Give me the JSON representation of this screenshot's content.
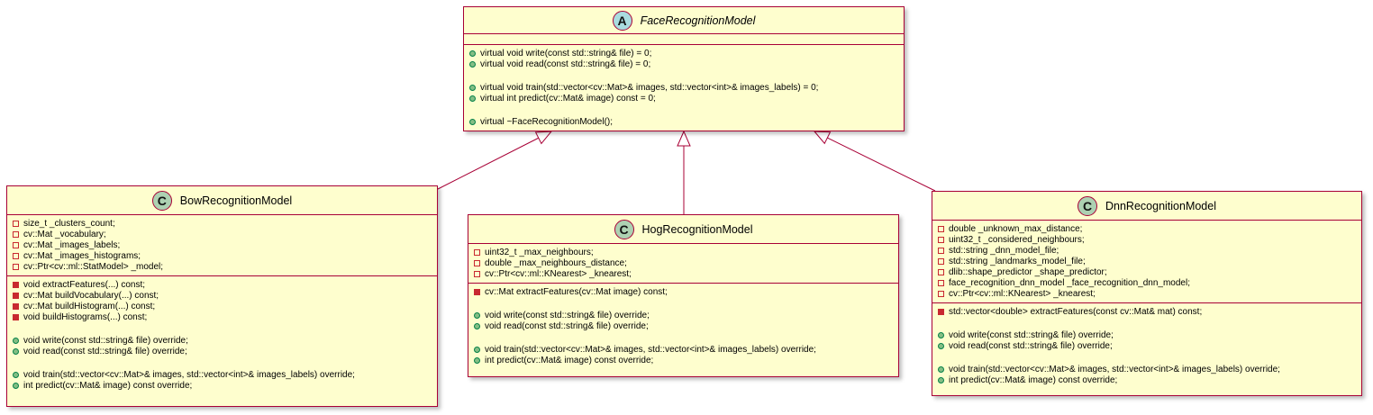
{
  "diagram": {
    "colors": {
      "class_fill": "#fefece",
      "class_border": "#a80036",
      "class_spot": "#add1b2",
      "abstract_spot": "#a9dcdf",
      "private_member": "#c82930",
      "public_member": "#84be84",
      "edge": "#a80036"
    },
    "classes": {
      "face": {
        "spot": "A",
        "name": "FaceRecognitionModel",
        "abstract": true,
        "fields": [],
        "methods": [
          {
            "vis": "public",
            "text": "virtual void write(const std::string& file) = 0;"
          },
          {
            "vis": "public",
            "text": "virtual void read(const std::string& file) = 0;"
          },
          {
            "vis": "gap",
            "text": ""
          },
          {
            "vis": "public",
            "text": "virtual void train(std::vector<cv::Mat>& images, std::vector<int>& images_labels) = 0;"
          },
          {
            "vis": "public",
            "text": "virtual int predict(cv::Mat& image) const = 0;"
          },
          {
            "vis": "gap",
            "text": ""
          },
          {
            "vis": "public",
            "text": "virtual ~FaceRecognitionModel();"
          }
        ]
      },
      "bow": {
        "spot": "C",
        "name": "BowRecognitionModel",
        "abstract": false,
        "fields": [
          {
            "vis": "private_field",
            "text": "size_t _clusters_count;"
          },
          {
            "vis": "private_field",
            "text": "cv::Mat _vocabulary;"
          },
          {
            "vis": "private_field",
            "text": "cv::Mat _images_labels;"
          },
          {
            "vis": "private_field",
            "text": "cv::Mat _images_histograms;"
          },
          {
            "vis": "private_field",
            "text": "cv::Ptr<cv::ml::StatModel> _model;"
          }
        ],
        "methods": [
          {
            "vis": "private",
            "text": "void extractFeatures(...) const;"
          },
          {
            "vis": "private",
            "text": "cv::Mat buildVocabulary(...) const;"
          },
          {
            "vis": "private",
            "text": "cv::Mat buildHistogram(...) const;"
          },
          {
            "vis": "private",
            "text": "void buildHistograms(...) const;"
          },
          {
            "vis": "gap",
            "text": ""
          },
          {
            "vis": "public",
            "text": "void write(const std::string& file) override;"
          },
          {
            "vis": "public",
            "text": "void read(const std::string& file) override;"
          },
          {
            "vis": "gap",
            "text": ""
          },
          {
            "vis": "public",
            "text": "void train(std::vector<cv::Mat>& images, std::vector<int>& images_labels) override;"
          },
          {
            "vis": "public",
            "text": "int predict(cv::Mat& image) const override;"
          }
        ]
      },
      "hog": {
        "spot": "C",
        "name": "HogRecognitionModel",
        "abstract": false,
        "fields": [
          {
            "vis": "private_field",
            "text": "uint32_t _max_neighbours;"
          },
          {
            "vis": "private_field",
            "text": "double _max_neighbours_distance;"
          },
          {
            "vis": "private_field",
            "text": "cv::Ptr<cv::ml::KNearest> _knearest;"
          }
        ],
        "methods": [
          {
            "vis": "private",
            "text": "cv::Mat extractFeatures(cv::Mat image) const;"
          },
          {
            "vis": "gap",
            "text": ""
          },
          {
            "vis": "public",
            "text": "void write(const std::string& file) override;"
          },
          {
            "vis": "public",
            "text": "void read(const std::string& file) override;"
          },
          {
            "vis": "gap",
            "text": ""
          },
          {
            "vis": "public",
            "text": "void train(std::vector<cv::Mat>& images, std::vector<int>& images_labels) override;"
          },
          {
            "vis": "public",
            "text": "int predict(cv::Mat& image) const override;"
          }
        ]
      },
      "dnn": {
        "spot": "C",
        "name": "DnnRecognitionModel",
        "abstract": false,
        "fields": [
          {
            "vis": "private_field",
            "text": "double _unknown_max_distance;"
          },
          {
            "vis": "private_field",
            "text": "uint32_t _considered_neighbours;"
          },
          {
            "vis": "private_field",
            "text": "std::string _dnn_model_file;"
          },
          {
            "vis": "private_field",
            "text": "std::string _landmarks_model_file;"
          },
          {
            "vis": "private_field",
            "text": "dlib::shape_predictor _shape_predictor;"
          },
          {
            "vis": "private_field",
            "text": "face_recognition_dnn_model _face_recognition_dnn_model;"
          },
          {
            "vis": "private_field",
            "text": "cv::Ptr<cv::ml::KNearest> _knearest;"
          }
        ],
        "methods": [
          {
            "vis": "private",
            "text": "std::vector<double> extractFeatures(const cv::Mat& mat) const;"
          },
          {
            "vis": "gap",
            "text": ""
          },
          {
            "vis": "public",
            "text": "void write(const std::string& file) override;"
          },
          {
            "vis": "public",
            "text": "void read(const std::string& file) override;"
          },
          {
            "vis": "gap",
            "text": ""
          },
          {
            "vis": "public",
            "text": "void train(std::vector<cv::Mat>& images, std::vector<int>& images_labels) override;"
          },
          {
            "vis": "public",
            "text": "int predict(cv::Mat& image) const override;"
          }
        ]
      }
    },
    "inheritance": [
      {
        "from": "bow",
        "to": "face"
      },
      {
        "from": "hog",
        "to": "face"
      },
      {
        "from": "dnn",
        "to": "face"
      }
    ]
  }
}
